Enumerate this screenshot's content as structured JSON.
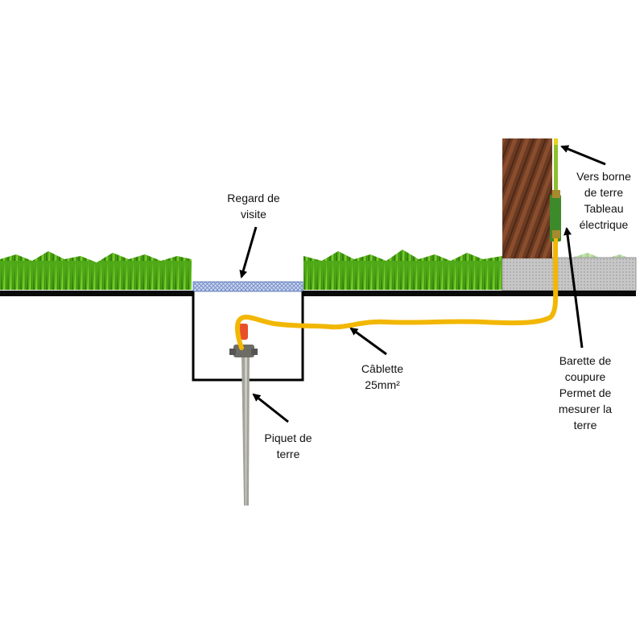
{
  "labels": {
    "regard": [
      "Regard de",
      "visite"
    ],
    "cablette": [
      "Câblette",
      "25mm²"
    ],
    "piquet": [
      "Piquet de",
      "terre"
    ],
    "barette": [
      "Barette de",
      "coupure",
      "Permet de",
      "mesurer la",
      "terre"
    ],
    "vers": [
      "Vers borne",
      "de terre",
      "Tableau",
      "électrique"
    ]
  },
  "colors": {
    "grass": "#3f9a12",
    "grass_light": "#7ccc2a",
    "ground_line": "#0a0a0a",
    "cover": "#9fb5e0",
    "cable": "#f2b705",
    "wall": "#6b3a22",
    "slab": "#bfbfbf",
    "stake": "#9a9a92",
    "green_yellow_wire": "#8dbf2e",
    "arrow": "#000000"
  }
}
